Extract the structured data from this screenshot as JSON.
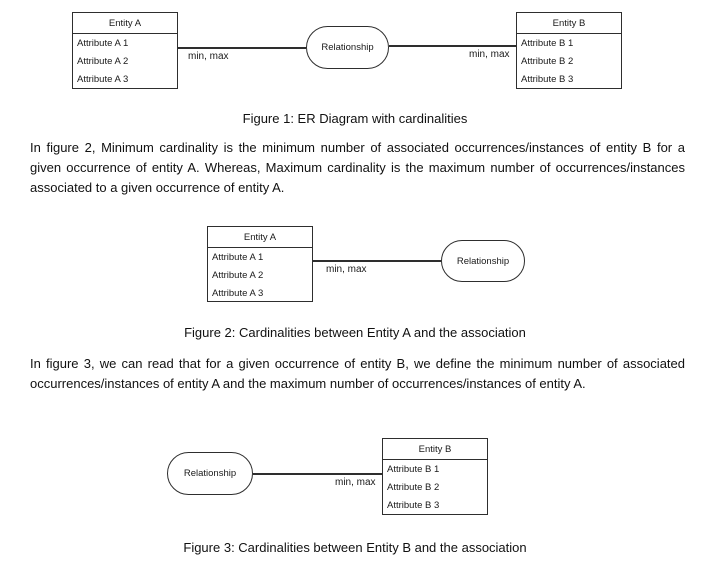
{
  "figure1": {
    "entity_a": {
      "title": "Entity A",
      "attributes": [
        "Attribute A 1",
        "Attribute A 2",
        "Attribute A 3"
      ]
    },
    "relationship_label": "Relationship",
    "entity_b": {
      "title": "Entity B",
      "attributes": [
        "Attribute B 1",
        "Attribute B 2",
        "Attribute B 3"
      ]
    },
    "left_cardinality": "min, max",
    "right_cardinality": "min, max",
    "caption": "Figure 1: ER Diagram with cardinalities"
  },
  "paragraph1": "In figure 2, Minimum cardinality is the minimum number of associated occurrences/instances of entity B for a given occurrence of entity A. Whereas, Maximum cardinality is the maximum number of occurrences/instances associated to a given occurrence of entity A.",
  "figure2": {
    "entity_a": {
      "title": "Entity A",
      "attributes": [
        "Attribute A 1",
        "Attribute A 2",
        "Attribute A 3"
      ]
    },
    "relationship_label": "Relationship",
    "cardinality": "min, max",
    "caption": "Figure 2: Cardinalities between Entity A and the association"
  },
  "paragraph2": "In figure 3, we can read that for a given occurrence of entity B, we define the minimum number of associated occurrences/instances of entity A and the maximum number of occurrences/instances of entity A.",
  "figure3": {
    "relationship_label": "Relationship",
    "entity_b": {
      "title": "Entity B",
      "attributes": [
        "Attribute B 1",
        "Attribute B 2",
        "Attribute B 3"
      ]
    },
    "cardinality": "min, max",
    "caption": "Figure 3: Cardinalities between Entity B and the association"
  }
}
